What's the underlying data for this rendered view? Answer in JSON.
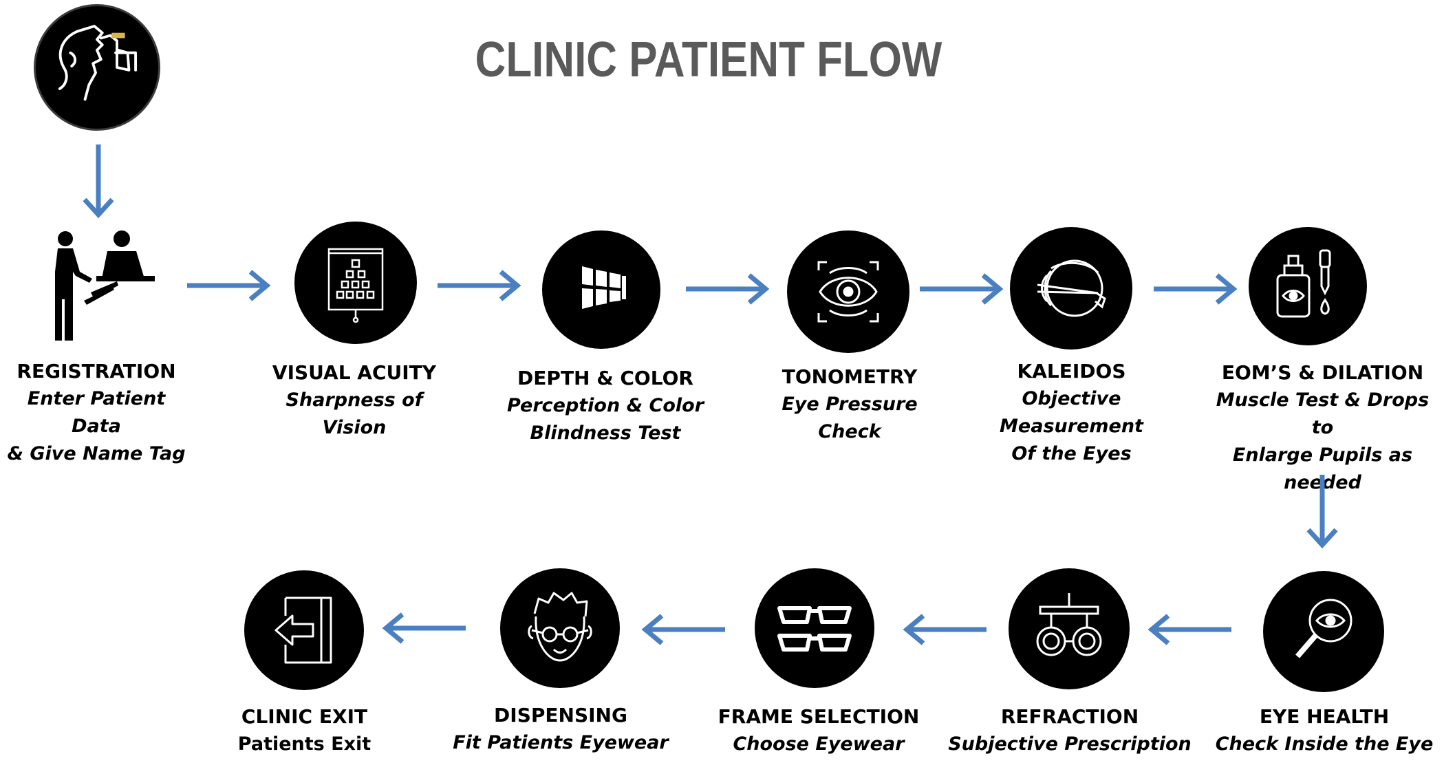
{
  "title": "CLINIC PATIENT FLOW",
  "colors": {
    "arrow": "#4a7fc1",
    "circle": "#000000",
    "title": "#5a5a5a"
  },
  "steps": [
    {
      "name": "REGISTRATION",
      "desc": [
        "Enter Patient Data",
        "& Give Name Tag"
      ],
      "icon": "registration-desk-icon"
    },
    {
      "name": "VISUAL ACUITY",
      "desc": [
        "Sharpness of Vision"
      ],
      "icon": "eye-chart-icon"
    },
    {
      "name": "DEPTH & COLOR",
      "desc": [
        "Perception & Color",
        "Blindness Test"
      ],
      "icon": "depth-grid-icon"
    },
    {
      "name": "TONOMETRY",
      "desc": [
        "Eye Pressure Check"
      ],
      "icon": "eye-scan-icon"
    },
    {
      "name": "KALEIDOS",
      "desc": [
        "Objective Measurement",
        "Of the Eyes"
      ],
      "icon": "eyeball-anatomy-icon"
    },
    {
      "name": "EOM’S & DILATION",
      "desc": [
        "Muscle Test & Drops to",
        "Enlarge Pupils as",
        "needed"
      ],
      "icon": "eye-drops-icon"
    },
    {
      "name": "EYE HEALTH",
      "desc": [
        "Check Inside the Eye"
      ],
      "icon": "magnifier-eye-icon"
    },
    {
      "name": "REFRACTION",
      "desc": [
        "Subjective Prescription"
      ],
      "icon": "phoropter-icon"
    },
    {
      "name": "FRAME SELECTION",
      "desc": [
        "Choose Eyewear"
      ],
      "icon": "glasses-icon"
    },
    {
      "name": "DISPENSING",
      "desc": [
        "Fit Patients Eyewear"
      ],
      "icon": "boy-glasses-icon"
    },
    {
      "name": "CLINIC EXIT",
      "desc": [
        "Patients Exit"
      ],
      "icon": "exit-door-icon"
    }
  ]
}
